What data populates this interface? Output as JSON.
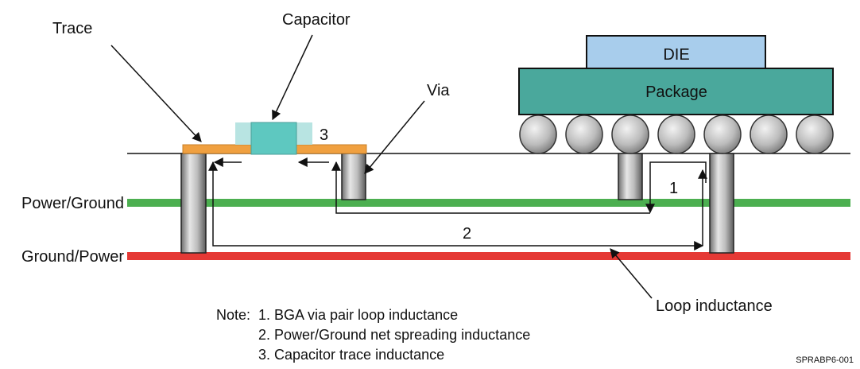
{
  "labels": {
    "trace": "Trace",
    "capacitor": "Capacitor",
    "via": "Via",
    "die": "DIE",
    "package": "Package",
    "power_ground": "Power/Ground",
    "ground_power": "Ground/Power",
    "loop_inductance": "Loop inductance",
    "path_1": "1",
    "path_2": "2",
    "path_3": "3"
  },
  "notes": {
    "prefix": "Note:",
    "items": [
      "1. BGA via pair loop inductance",
      "2. Power/Ground net spreading inductance",
      "3. Capacitor trace inductance"
    ]
  },
  "figure_id": "SPRABP6-001",
  "colors": {
    "power_plane": "#4caf50",
    "ground_plane": "#e53935",
    "trace": "#f0a040",
    "capacitor_body": "#5ec8c0",
    "capacitor_pad": "#b8e4e2",
    "die": "#a8cdec",
    "package": "#4aa89c"
  }
}
